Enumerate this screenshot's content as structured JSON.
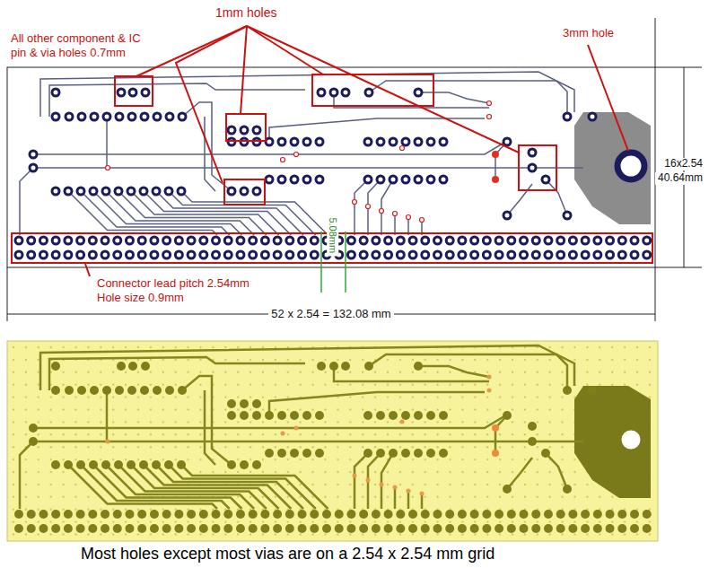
{
  "diagram": {
    "caption": "Most holes except most vias are on a 2.54 x 2.54 mm grid",
    "labels": [
      "1mm holes",
      "All other component & IC",
      "pin & via holes 0.7mm",
      "3mm hole",
      "16x2.54",
      "40.64mm",
      "5.08mm",
      "Connector lead pitch 2.54mm",
      "Hole size 0.9mm",
      "52 x 2.54 = 132.08 mm"
    ]
  }
}
